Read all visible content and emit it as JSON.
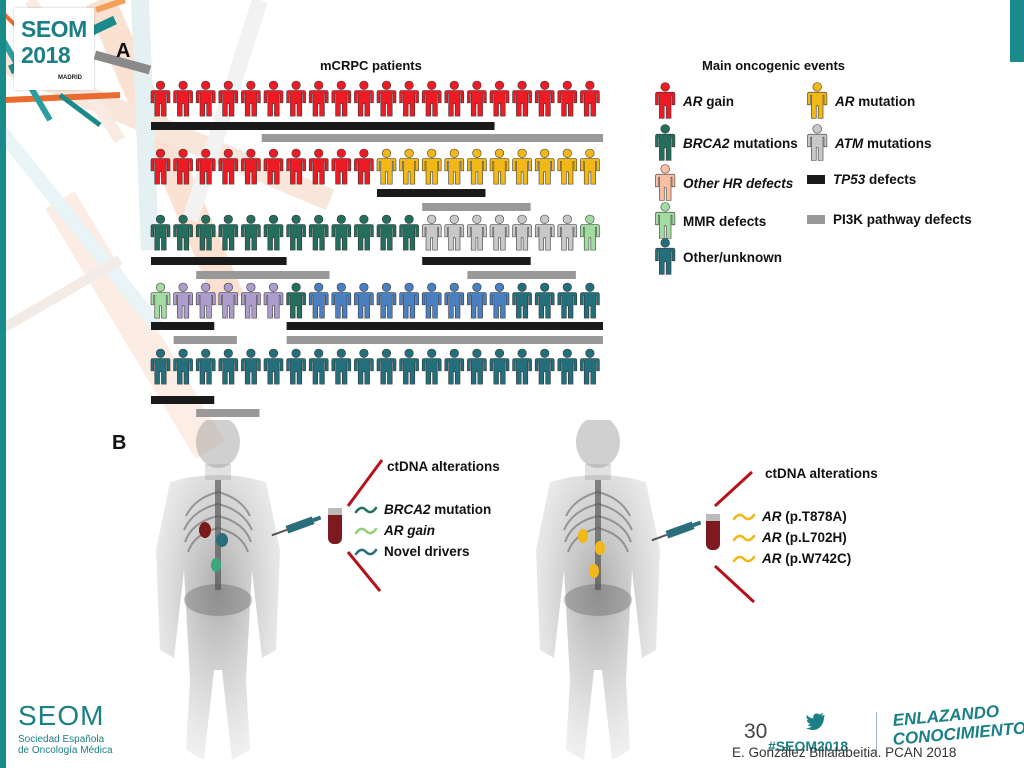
{
  "logo": {
    "seom": "SEOM",
    "year": "2018",
    "city": "MADRID"
  },
  "panel_a": {
    "letter": "A",
    "patients_title": "mCRPC patients",
    "events_title": "Main oncogenic events"
  },
  "panel_b": {
    "letter": "B"
  },
  "colors": {
    "ar_gain": "#ee1b24",
    "ar_mutation": "#f2b818",
    "brca2": "#236e5c",
    "atm": "#c8c8c8",
    "other_hr": "#f8bfa0",
    "mmr": "#a2dca0",
    "other_unknown": "#236f7c",
    "purple": "#ad9dcc",
    "blue": "#4a7fc0",
    "tp53": "#1a1a1a",
    "pi3k": "#999999",
    "accent": "#1b7f86",
    "tube": "#7c1a1f"
  },
  "legend": [
    {
      "key": "ar_gain",
      "kind": "figure",
      "italic": "AR",
      "text": " gain"
    },
    {
      "key": "ar_mutation",
      "kind": "figure",
      "italic": "AR",
      "text": " mutation"
    },
    {
      "key": "brca2",
      "kind": "figure",
      "italic": "BRCA2",
      "text": " mutations"
    },
    {
      "key": "atm",
      "kind": "figure",
      "italic": "ATM",
      "text": " mutations"
    },
    {
      "key": "other_hr",
      "kind": "figure",
      "italic": "Other HR defects",
      "text": ""
    },
    {
      "key": "tp53",
      "kind": "bar",
      "italic": "TP53",
      "text": " defects"
    },
    {
      "key": "mmr",
      "kind": "figure",
      "italic": "",
      "text": "MMR defects"
    },
    {
      "key": "pi3k",
      "kind": "bar",
      "italic": "",
      "text": "PI3K pathway defects"
    },
    {
      "key": "other_unknown",
      "kind": "figure",
      "italic": "",
      "text": "Other/unknown"
    }
  ],
  "pictogram_rows": [
    [
      "ar_gain",
      "ar_gain",
      "ar_gain",
      "ar_gain",
      "ar_gain",
      "ar_gain",
      "ar_gain",
      "ar_gain",
      "ar_gain",
      "ar_gain",
      "ar_gain",
      "ar_gain",
      "ar_gain",
      "ar_gain",
      "ar_gain",
      "ar_gain",
      "ar_gain",
      "ar_gain",
      "ar_gain",
      "ar_gain"
    ],
    [
      "ar_gain",
      "ar_gain",
      "ar_gain",
      "ar_gain",
      "ar_gain",
      "ar_gain",
      "ar_gain",
      "ar_gain",
      "ar_gain",
      "ar_gain",
      "ar_mutation",
      "ar_mutation",
      "ar_mutation",
      "ar_mutation",
      "ar_mutation",
      "ar_mutation",
      "ar_mutation",
      "ar_mutation",
      "ar_mutation",
      "ar_mutation"
    ],
    [
      "brca2",
      "brca2",
      "brca2",
      "brca2",
      "brca2",
      "brca2",
      "brca2",
      "brca2",
      "brca2",
      "brca2",
      "brca2",
      "brca2",
      "atm",
      "atm",
      "atm",
      "atm",
      "atm",
      "atm",
      "atm",
      "mmr"
    ],
    [
      "mmr",
      "purple",
      "purple",
      "purple",
      "purple",
      "purple",
      "brca2",
      "blue",
      "blue",
      "blue",
      "blue",
      "blue",
      "blue",
      "blue",
      "blue",
      "blue",
      "other_unknown",
      "other_unknown",
      "other_unknown",
      "other_unknown"
    ],
    [
      "other_unknown",
      "other_unknown",
      "other_unknown",
      "other_unknown",
      "other_unknown",
      "other_unknown",
      "other_unknown",
      "other_unknown",
      "other_unknown",
      "other_unknown",
      "other_unknown",
      "other_unknown",
      "other_unknown",
      "other_unknown",
      "other_unknown",
      "other_unknown",
      "other_unknown",
      "other_unknown",
      "other_unknown",
      "other_unknown"
    ]
  ],
  "event_bars": [
    [
      {
        "type": "tp53",
        "start": 0,
        "end": 15.2
      },
      {
        "type": "pi3k",
        "start": 4.9,
        "end": 20
      }
    ],
    [
      {
        "type": "tp53",
        "start": 10,
        "end": 14.8
      },
      {
        "type": "pi3k",
        "start": 12,
        "end": 16.8
      }
    ],
    [
      {
        "type": "tp53",
        "start": 0,
        "end": 6
      },
      {
        "type": "pi3k",
        "start": 2,
        "end": 7.9
      },
      {
        "type": "tp53",
        "start": 12,
        "end": 16.8
      },
      {
        "type": "pi3k",
        "start": 14,
        "end": 18.8
      }
    ],
    [
      {
        "type": "tp53",
        "start": 0,
        "end": 2.8
      },
      {
        "type": "pi3k",
        "start": 1,
        "end": 3.8
      },
      {
        "type": "tp53",
        "start": 6,
        "end": 20
      },
      {
        "type": "pi3k",
        "start": 6,
        "end": 20
      }
    ],
    [
      {
        "type": "tp53",
        "start": 0,
        "end": 2.8
      },
      {
        "type": "pi3k",
        "start": 2,
        "end": 4.8
      }
    ]
  ],
  "ctdna_left": {
    "title": "ctDNA alterations",
    "items": [
      {
        "italic": "BRCA2",
        "text": " mutation",
        "color": "#236e5c"
      },
      {
        "italic": "AR gain",
        "text": "",
        "color": "#8fd17a"
      },
      {
        "italic": "",
        "text": "Novel drivers",
        "color": "#2a6e7c"
      }
    ]
  },
  "ctdna_right": {
    "title": "ctDNA alterations",
    "items": [
      {
        "italic": "AR",
        "text": " (p.T878A)",
        "color": "#f2b818"
      },
      {
        "italic": "AR",
        "text": " (p.L702H)",
        "color": "#f2b818"
      },
      {
        "italic": "AR",
        "text": " (p.W742C)",
        "color": "#f2b818"
      }
    ]
  },
  "footer": {
    "seom": "SEOM",
    "society_line1": "Sociedad  Española",
    "society_line2": "de Oncología Médica",
    "page_number": "30",
    "hashtag": "#SEOM2018",
    "tagline_1": "ENLAZANDO",
    "tagline_2": "CONOCIMIENTO",
    "credit": "E. González Billalabeitia. PCAN 2018"
  }
}
